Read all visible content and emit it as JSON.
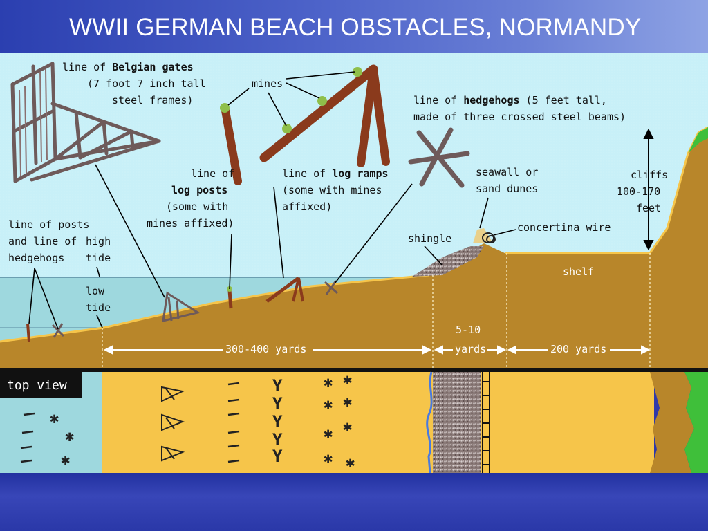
{
  "slide": {
    "title": "WWII GERMAN BEACH OBSTACLES, NORMANDY"
  },
  "labels": {
    "belgian_gates": {
      "line1_a": "line of ",
      "line1_b": "Belgian gates",
      "line2": "(7 foot 7 inch tall",
      "line3": "steel frames)"
    },
    "mines": "mines",
    "hedgehogs": {
      "line1_a": "line of ",
      "line1_b": "hedgehogs",
      "line1_c": " (5 feet tall,",
      "line2": "made of three crossed steel beams)"
    },
    "log_posts": {
      "line1": "line of",
      "line2": "log posts",
      "line3": "(some with",
      "line4": "mines affixed)"
    },
    "log_ramps": {
      "line1_a": "line of ",
      "line1_b": "log ramps",
      "line2": "(some with mines",
      "line3": "affixed)"
    },
    "seawall": {
      "line1": "seawall or",
      "line2": "sand dunes"
    },
    "cliffs": {
      "line1": "cliffs",
      "line2": "100-170",
      "line3": "feet"
    },
    "posts_hedgehogs": {
      "line1": "line of posts",
      "line2": "and line of",
      "line3": "hedgehogs"
    },
    "high_tide": {
      "line1": "high",
      "line2": "tide"
    },
    "low_tide": {
      "line1": "low",
      "line2": "tide"
    },
    "shingle": "shingle",
    "concertina": "concertina wire",
    "shelf": "shelf",
    "yards_300": "300-400 yards",
    "yards_5_a": "5-10",
    "yards_5_b": "yards",
    "yards_200": "200 yards",
    "top_view": "top view"
  },
  "colors": {
    "sky": "#c8f0f8",
    "water": "#9ed8de",
    "sand": "#b8862a",
    "sand_top": "#f6c54a",
    "cliff_top": "#3fbf3a",
    "wood": "#8a3a1c",
    "steel": "#6e5a5a"
  }
}
